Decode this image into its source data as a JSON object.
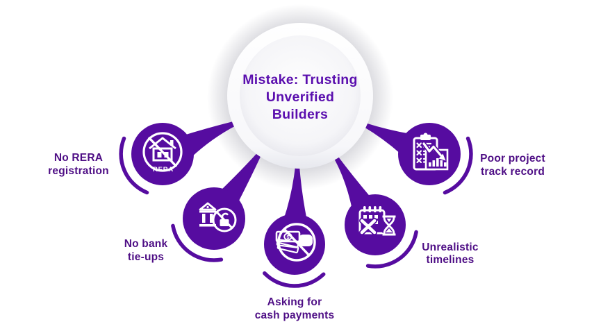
{
  "colors": {
    "purple": "#560CA0",
    "title": "#5A0EAE",
    "label": "#4E0E85"
  },
  "center": {
    "title_lines": [
      "Mistake: Trusting",
      "Unverified",
      "Builders"
    ]
  },
  "nodes": [
    {
      "id": "no-rera-registration",
      "icon": "house-rera-banned-icon",
      "icon_text": "RERA",
      "lines": [
        "No RERA",
        "registration"
      ]
    },
    {
      "id": "no-bank-tie-ups",
      "icon": "bank-lock-banned-icon",
      "lines": [
        "No bank",
        "tie-ups"
      ]
    },
    {
      "id": "asking-cash-payments",
      "icon": "cash-hand-banned-icon",
      "icon_text": "$",
      "lines": [
        "Asking for",
        "cash payments"
      ]
    },
    {
      "id": "unrealistic-timelines",
      "icon": "calendar-x-hourglass-icon",
      "lines": [
        "Unrealistic",
        "timelines"
      ]
    },
    {
      "id": "poor-track-record",
      "icon": "clipboard-decline-chart-icon",
      "lines": [
        "Poor project",
        "track record"
      ]
    }
  ]
}
